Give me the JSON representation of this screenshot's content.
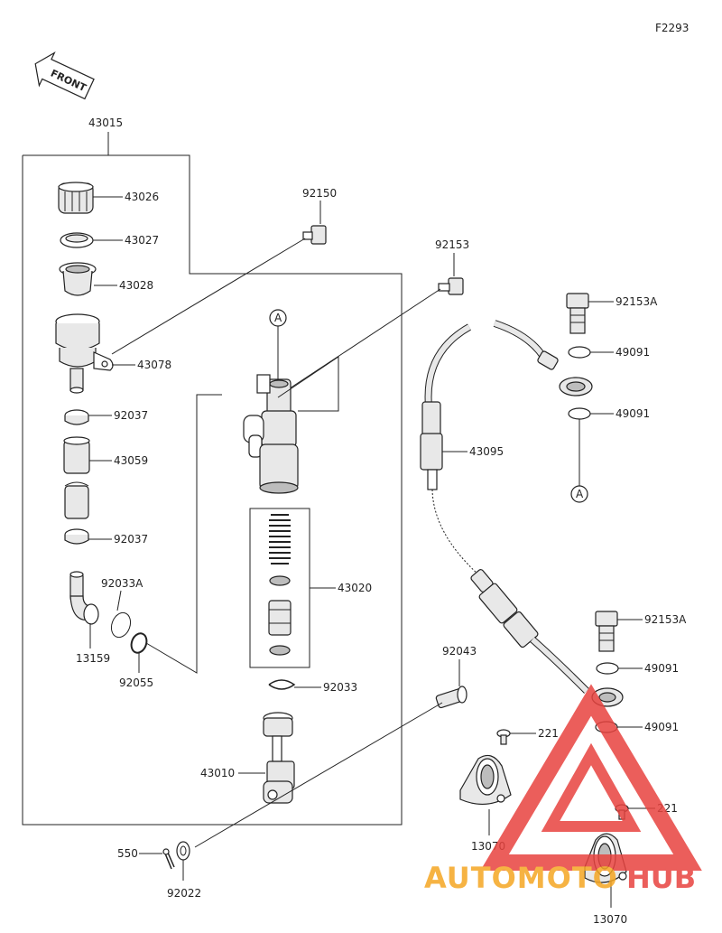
{
  "diagram_code": "F2293",
  "front_label": "FRONT",
  "reference_marker": "A",
  "watermark": {
    "part1": "AUTOMOTO",
    "part2": "HUB"
  },
  "colors": {
    "line": "#222222",
    "watermark_red": "#e8433f",
    "watermark_orange": "#f5a623"
  },
  "parts": {
    "p43015": "43015",
    "p43026": "43026",
    "p43027": "43027",
    "p43028": "43028",
    "p43078": "43078",
    "p92037a": "92037",
    "p43059": "43059",
    "p92037b": "92037",
    "p92033A": "92033A",
    "p13159": "13159",
    "p92055": "92055",
    "p92150": "92150",
    "p92153": "92153",
    "p43020": "43020",
    "p92033": "92033",
    "p43010": "43010",
    "p92043": "92043",
    "p550": "550",
    "p92022": "92022",
    "p92153A_top": "92153A",
    "p49091_1": "49091",
    "p49091_2": "49091",
    "p43095": "43095",
    "p92153A_bot": "92153A",
    "p49091_3": "49091",
    "p49091_4": "49091",
    "p221_1": "221",
    "p221_2": "221",
    "p13070_1": "13070",
    "p13070_2": "13070"
  }
}
